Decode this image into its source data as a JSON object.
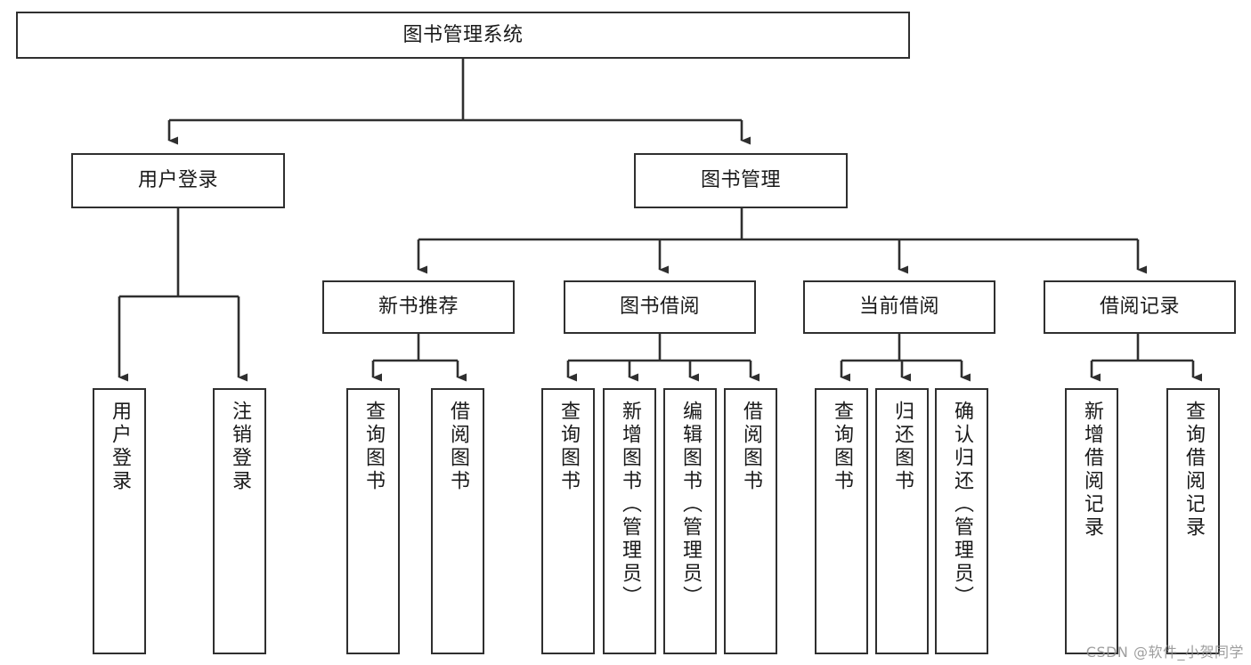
{
  "diagram": {
    "type": "tree-hierarchy",
    "title": "图书管理系统",
    "watermark": "CSDN @软件_小贺同学",
    "colors": {
      "border": "#2f2f2f",
      "background": "#ffffff",
      "text": "#1a1a1a",
      "watermark": "#8e8e8e"
    },
    "nodes": {
      "root": {
        "label": "图书管理系统",
        "level": 1
      },
      "level2": [
        {
          "id": "user-login",
          "label": "用户登录"
        },
        {
          "id": "book-management",
          "label": "图书管理"
        }
      ],
      "level3": [
        {
          "id": "new-book-recommend",
          "label": "新书推荐"
        },
        {
          "id": "book-borrow",
          "label": "图书借阅"
        },
        {
          "id": "current-borrow",
          "label": "当前借阅"
        },
        {
          "id": "borrow-record",
          "label": "借阅记录"
        }
      ],
      "leaves": {
        "user-login": [
          {
            "id": "leaf-user-login",
            "label": "用户登录"
          },
          {
            "id": "leaf-logout-login",
            "label": "注销登录"
          }
        ],
        "new-book-recommend": [
          {
            "id": "leaf-query-book-1",
            "label": "查询图书"
          },
          {
            "id": "leaf-borrow-book-1",
            "label": "借阅图书"
          }
        ],
        "book-borrow": [
          {
            "id": "leaf-query-book-2",
            "label": "查询图书"
          },
          {
            "id": "leaf-add-book",
            "label": "新增图书（管理员）"
          },
          {
            "id": "leaf-edit-book",
            "label": "编辑图书（管理员）"
          },
          {
            "id": "leaf-borrow-book-2",
            "label": "借阅图书"
          }
        ],
        "current-borrow": [
          {
            "id": "leaf-query-book-3",
            "label": "查询图书"
          },
          {
            "id": "leaf-return-book",
            "label": "归还图书"
          },
          {
            "id": "leaf-confirm-return",
            "label": "确认归还（管理员）"
          }
        ],
        "borrow-record": [
          {
            "id": "leaf-add-record",
            "label": "新增借阅记录"
          },
          {
            "id": "leaf-query-record",
            "label": "查询借阅记录"
          }
        ]
      }
    }
  }
}
